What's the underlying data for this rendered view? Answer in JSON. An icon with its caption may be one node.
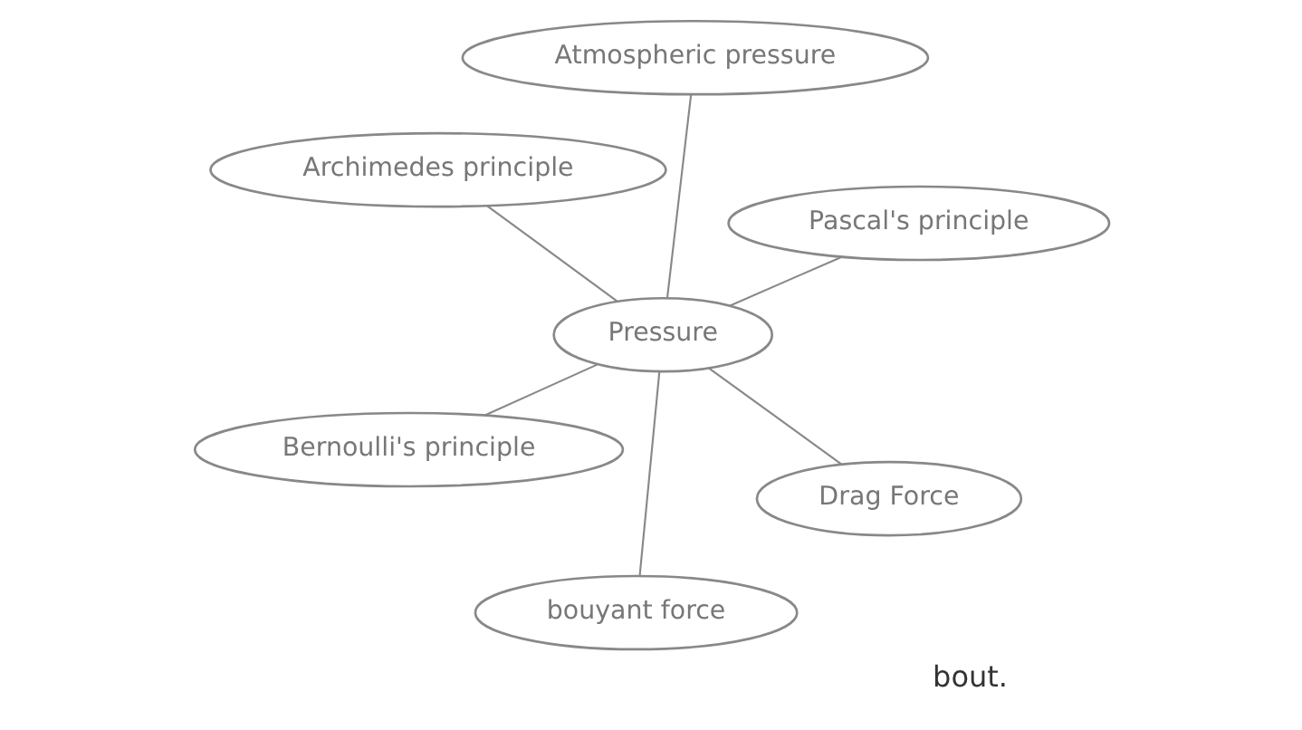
{
  "diagram": {
    "nodes": [
      {
        "text": [
          "Atmospheric pressure"
        ]
      },
      {
        "text": [
          "bouyant force"
        ]
      },
      {
        "text": [
          "Drag Force"
        ]
      },
      {
        "text": [
          "Pressure"
        ]
      },
      {
        "text": [
          "Archimedes principle"
        ]
      },
      {
        "text": [
          "Bernoulli's principle"
        ]
      },
      {
        "text": [
          "Pascal's principle"
        ]
      }
    ],
    "edges": [
      {
        "from": 3,
        "to": 0,
        "arrow": "none"
      },
      {
        "from": 3,
        "to": 1,
        "arrow": "none"
      },
      {
        "from": 3,
        "to": 2,
        "arrow": "none"
      },
      {
        "from": 3,
        "to": 4,
        "arrow": "none"
      },
      {
        "from": 3,
        "to": 5,
        "arrow": "none"
      },
      {
        "from": 3,
        "to": 6,
        "arrow": "none"
      }
    ],
    "labels": [
      "bout."
    ]
  }
}
